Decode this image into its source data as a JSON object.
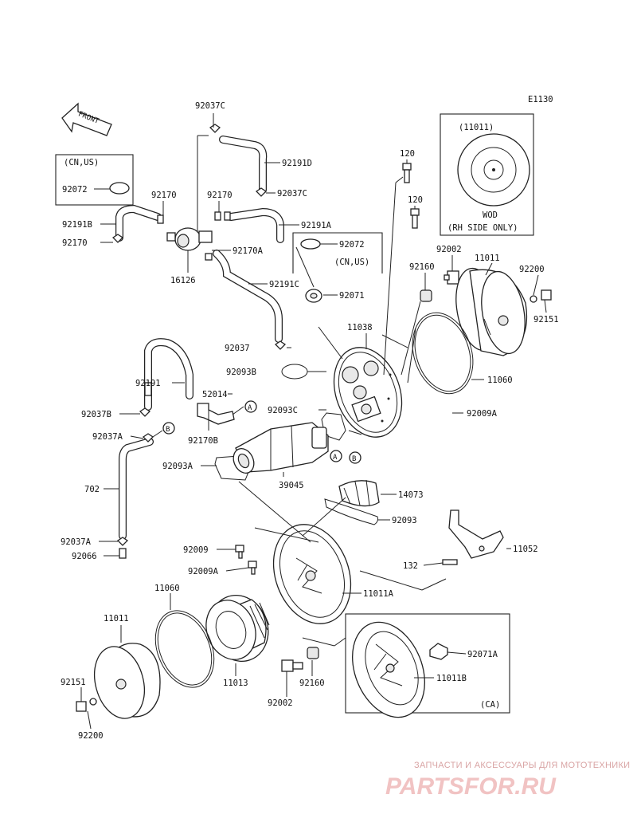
{
  "diagram_code": "E1130",
  "front_label": "FRONT",
  "boxes": {
    "cn_us_top": "(CN,US)",
    "cn_us_mid": "(CN,US)",
    "rh_side_ref": "(11011)",
    "rh_side_l1": "WOD",
    "rh_side_l2": "(RH SIDE ONLY)",
    "ca": "(CA)"
  },
  "callouts": {
    "c1": "A",
    "c2": "A",
    "c3": "B",
    "c4": "B"
  },
  "parts": {
    "p92037C_a": "92037C",
    "p92191D": "92191D",
    "p92037C_b": "92037C",
    "p92072_a": "92072",
    "p92170_a": "92170",
    "p92170_b": "92170",
    "p92191B": "92191B",
    "p92170_c": "92170",
    "p92191A": "92191A",
    "p92072_b": "92072",
    "p92170A": "92170A",
    "p16126": "16126",
    "p92191C": "92191C",
    "p92071": "92071",
    "p120_a": "120",
    "p120_b": "120",
    "p92002_a": "92002",
    "p92160_a": "92160",
    "p11011_a": "11011",
    "p92200_a": "92200",
    "p92151_a": "92151",
    "p11038": "11038",
    "p92037": "92037",
    "p92093B": "92093B",
    "p11060_a": "11060",
    "p92191": "92191",
    "p52014": "52014",
    "p92093C": "92093C",
    "p92009A_a": "92009A",
    "p92037B": "92037B",
    "p92170B": "92170B",
    "p92037A": "92037A",
    "p92093A": "92093A",
    "p39045": "39045",
    "p702": "702",
    "p14073": "14073",
    "p92093": "92093",
    "p92037A_b": "92037A",
    "p92066": "92066",
    "p92009": "92009",
    "p11052": "11052",
    "p132": "132",
    "p92009A_b": "92009A",
    "p11011A": "11011A",
    "p11060_b": "11060",
    "p11011_b": "11011",
    "p92071A": "92071A",
    "p11011B": "11011B",
    "p92151_b": "92151",
    "p11013": "11013",
    "p92160_b": "92160",
    "p92002_b": "92002",
    "p92200_b": "92200"
  },
  "watermark": {
    "tagline": "ЗАПЧАСТИ И АКСЕССУАРЫ ДЛЯ МОТОТЕХНИКИ",
    "brand": "PARTSFOR.RU"
  }
}
